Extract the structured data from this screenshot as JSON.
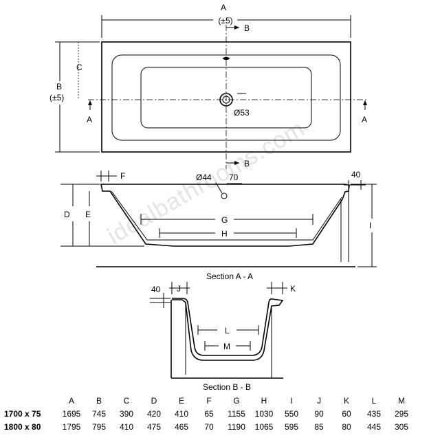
{
  "watermark": "idealbathrooms.com",
  "plan": {
    "dim_A": "A",
    "dim_A_tol": "(±5)",
    "dim_B": "B",
    "dim_B_tol": "(±5)",
    "dim_C": "C",
    "section_A_left": "A",
    "section_A_right": "A",
    "section_B_top": "B",
    "section_B_bottom": "B",
    "waste_dia": "Ø53"
  },
  "section_aa": {
    "caption": "Section A - A",
    "dim_D": "D",
    "dim_E": "E",
    "dim_F": "F",
    "dim_G": "G",
    "dim_H": "H",
    "dim_I": "I",
    "overflow_dia": "Ø44",
    "overflow_offset": "70",
    "rim_width": "40"
  },
  "section_bb": {
    "caption": "Section B - B",
    "dim_J": "J",
    "dim_K": "K",
    "dim_L": "L",
    "dim_M": "M",
    "rim_width": "40"
  },
  "specs": {
    "columns": [
      "A",
      "B",
      "C",
      "D",
      "E",
      "F",
      "G",
      "H",
      "I",
      "J",
      "K",
      "L",
      "M"
    ],
    "rows": [
      {
        "size": "1700 x 75",
        "values": [
          "1695",
          "745",
          "390",
          "420",
          "410",
          "65",
          "1155",
          "1030",
          "550",
          "90",
          "60",
          "435",
          "295"
        ]
      },
      {
        "size": "1800 x 80",
        "values": [
          "1795",
          "795",
          "410",
          "475",
          "465",
          "70",
          "1190",
          "1065",
          "595",
          "85",
          "80",
          "445",
          "305"
        ]
      }
    ]
  }
}
